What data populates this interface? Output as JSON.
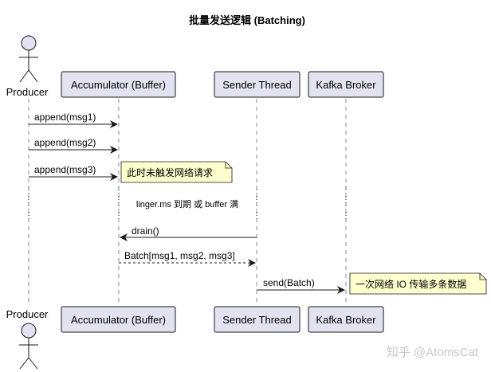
{
  "title": "批量发送逻辑 (Batching)",
  "participants": {
    "producer": "Producer",
    "accumulator": "Accumulator (Buffer)",
    "sender": "Sender Thread",
    "broker": "Kafka Broker"
  },
  "messages": {
    "append1": "append(msg1)",
    "append2": "append(msg2)",
    "append3": "append(msg3)",
    "drain": "drain()",
    "batch": "Batch[msg1, msg2, msg3]",
    "send": "send(Batch)"
  },
  "notes": {
    "no_request": "此时未触发网络请求",
    "one_io": "一次网络 IO 传输多条数据"
  },
  "divider": "linger.ms 到期 或 buffer 满",
  "watermark": "知乎 @AtomsCat",
  "colors": {
    "participant_fill": "#e2e2f0",
    "participant_stroke": "#181818",
    "note_fill": "#fefece",
    "lifeline": "#8a8a8a"
  }
}
